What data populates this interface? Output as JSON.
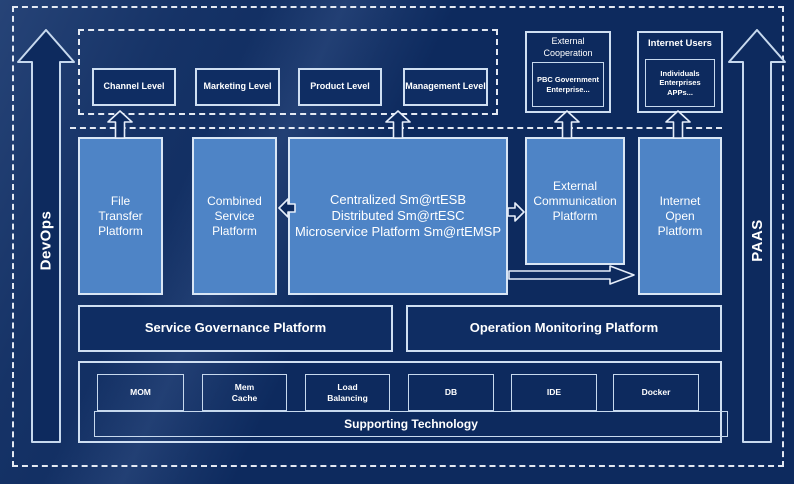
{
  "colors": {
    "background": "#0d2a5e",
    "platform_blue": "#4e84c6",
    "box_navy": "#0f2d63",
    "border_light": "#d9e6f5"
  },
  "rails": {
    "devops": "DevOps",
    "paas": "PAAS"
  },
  "levels": {
    "items": [
      "Channel Level",
      "Marketing Level",
      "Product Level",
      "Management Level"
    ]
  },
  "top_right": {
    "external_cooperation": {
      "title": "External\nCooperation",
      "members": "PBC Government\nEnterprise..."
    },
    "internet_users": {
      "title": "Internet Users",
      "members": "Individuals\nEnterprises\nAPPs..."
    }
  },
  "platforms": {
    "file_transfer": "File\nTransfer\nPlatform",
    "combined_service": "Combined\nService\nPlatform",
    "esb_lines": [
      "Centralized Sm@rtESB",
      "Distributed Sm@rtESC",
      "Microservice Platform Sm@rtEMSP"
    ],
    "external_communication": "External\nCommunication\nPlatform",
    "internet_open": "Internet\nOpen\nPlatform"
  },
  "governance": {
    "service": "Service Governance Platform",
    "operation": "Operation Monitoring Platform"
  },
  "technologies": {
    "items": [
      "MOM",
      "Mem\nCache",
      "Load\nBalancing",
      "DB",
      "IDE",
      "Docker"
    ],
    "bar": "Supporting Technology"
  }
}
